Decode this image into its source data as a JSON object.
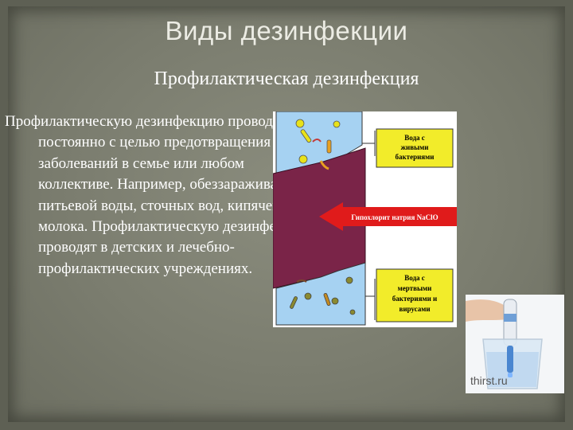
{
  "slide": {
    "title": "Виды дезинфекции",
    "subtitle": "Профилактическая дезинфекция",
    "body": "Профилактическую дезинфекцию проводят постоянно с целью предотвращения заболеваний в семье или любом коллективе. Например, обеззараживание питьевой воды, сточных вод, кипячение молока. Профилактическую дезинфекцию проводят в детских и лечебно-профилактических учреждениях."
  },
  "diagram": {
    "label_top": [
      "Вода с",
      "живыми",
      "бактериями"
    ],
    "arrow_label": "Гипохлорит натрия NaClO",
    "label_bottom": [
      "Вода с",
      "мертвыми",
      "бактериями и",
      "вирусами"
    ],
    "colors": {
      "water": "#a6d2f2",
      "band": "#7a2448",
      "arrow": "#e01b1b",
      "label_box": "#f2ec2a"
    }
  },
  "photo": {
    "caption": "thirst.ru"
  }
}
